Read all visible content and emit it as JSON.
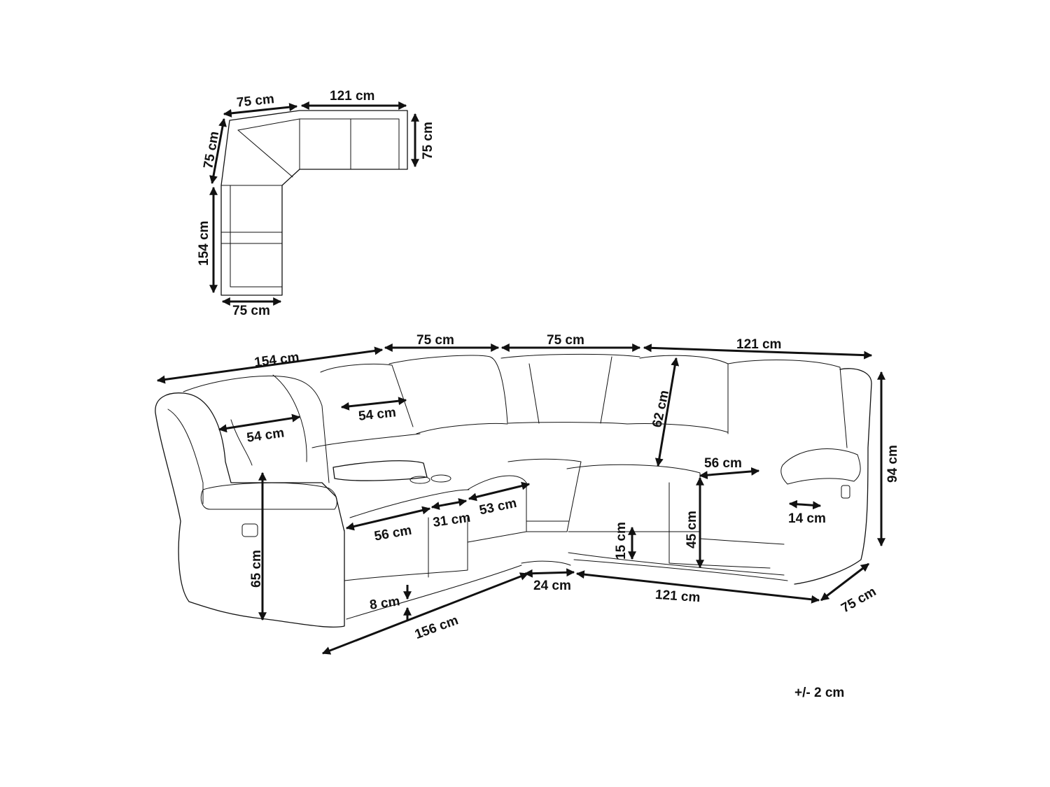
{
  "top_view": {
    "top_left_width": "75 cm",
    "top_right_width": "121 cm",
    "right_depth": "75 cm",
    "left_upper_height": "75 cm",
    "left_lower_height": "154 cm",
    "bottom_width": "75 cm"
  },
  "front_view": {
    "overall_left": "154 cm",
    "top_mid_a": "75 cm",
    "top_mid_b": "75 cm",
    "top_right": "121 cm",
    "seat_width_left": "54 cm",
    "seat_width_second": "54 cm",
    "backrest_height": "62 cm",
    "seat_width_right": "56 cm",
    "seat_width_front": "56 cm",
    "console_width": "31 cm",
    "seat_width_middle": "53 cm",
    "armrest_width": "14 cm",
    "overall_height": "94 cm",
    "floor_to_arm": "65 cm",
    "legrest_height": "15 cm",
    "seat_height": "45 cm",
    "leg_clearance": "8 cm",
    "front_left_length": "156 cm",
    "corner_width": "24 cm",
    "front_right_length": "121 cm",
    "right_depth": "75 cm"
  },
  "tolerance": "+/- 2 cm"
}
